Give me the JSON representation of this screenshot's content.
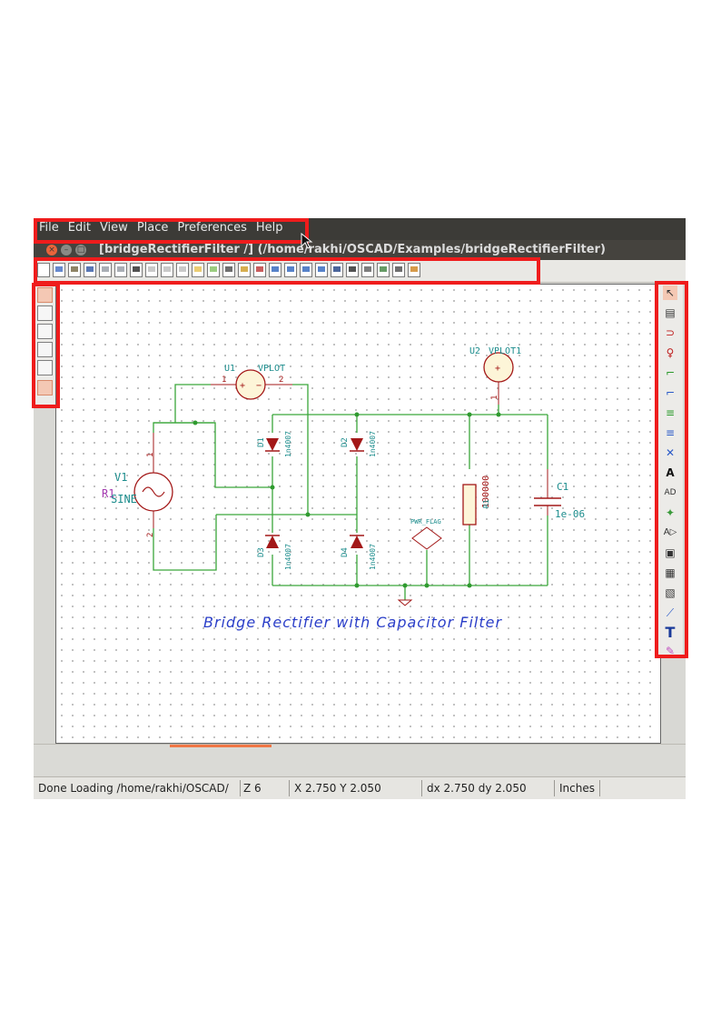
{
  "menu": {
    "items": [
      "File",
      "Edit",
      "View",
      "Place",
      "Preferences",
      "Help"
    ]
  },
  "window": {
    "title": "[bridgeRectifierFilter /] (/home/rakhi/OSCAD/Examples/bridgeRectifierFilter)"
  },
  "schematic": {
    "components": {
      "u1_ref": "U1",
      "u1_value": "VPLOT",
      "u1_pin1": "1",
      "u1_pin2": "2",
      "u2_ref": "U2",
      "u2_value": "VPLOT1",
      "u2_pin1": "1",
      "v1_ref": "V1",
      "v1_value": "SINE",
      "v1_pin1": "1",
      "v1_pin2": "2",
      "r1_label_a": "R1",
      "r1_ref": "R1",
      "r1_value": "100000",
      "c1_ref": "C1",
      "c1_value": "1e-06",
      "d1_ref": "D1",
      "d1_value": "1n4007",
      "d2_ref": "D2",
      "d2_value": "1n4007",
      "d3_ref": "D3",
      "d3_value": "1n4007",
      "d4_ref": "D4",
      "d4_value": "1n4007",
      "pwr_flag": "PWR_FLAG"
    },
    "caption": "Bridge Rectifier with Capacitor Filter"
  },
  "status": {
    "message": "Done Loading /home/rakhi/OSCAD/",
    "zoom": "Z 6",
    "xy": "X 2.750  Y 2.050",
    "dxdy": "dx 2.750  dy 2.050",
    "units": "Inches"
  },
  "colors": {
    "wire": "#3aa63a",
    "component": "#a31818",
    "label": "#1b8c8c",
    "caption": "#2a3ec8",
    "highlight": "#ef1c1c"
  }
}
